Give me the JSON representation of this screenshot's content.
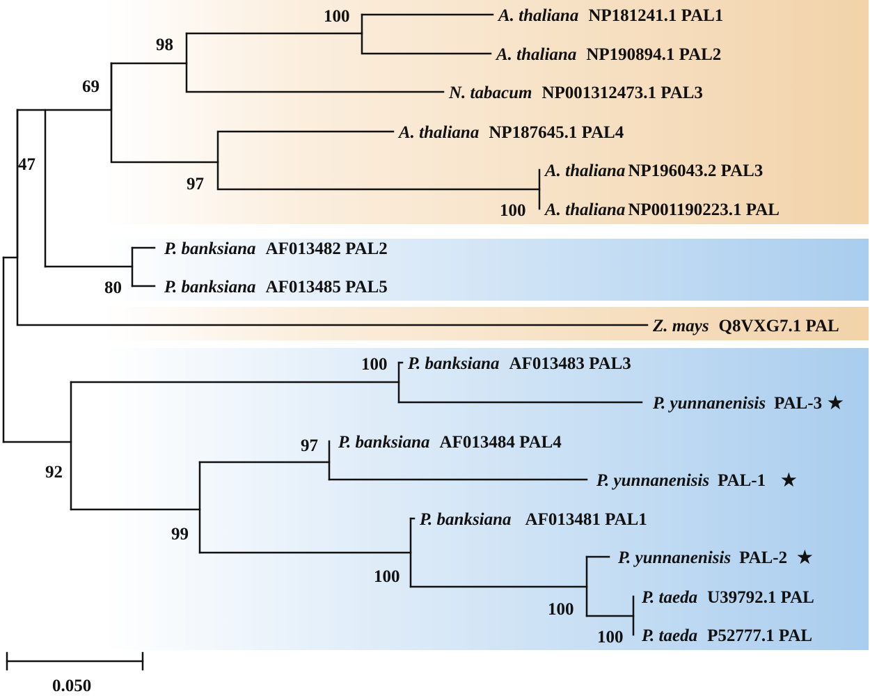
{
  "colors": {
    "orange_band": "#f2d3aa",
    "blue_band": "#a9cdee",
    "branch": "#111111"
  },
  "tips": [
    {
      "id": "t1",
      "species": "A. thaliana",
      "label": "NP181241.1  PAL1"
    },
    {
      "id": "t2",
      "species": "A. thaliana",
      "label": "NP190894.1  PAL2"
    },
    {
      "id": "t3",
      "species": "N. tabacum",
      "label": "NP001312473.1  PAL3"
    },
    {
      "id": "t4",
      "species": "A. thaliana",
      "label": "NP187645.1  PAL4"
    },
    {
      "id": "t5",
      "species": "A. thaliana",
      "label": "NP196043.2  PAL3"
    },
    {
      "id": "t6",
      "species": "A. thaliana",
      "label": "NP001190223.1  PAL"
    },
    {
      "id": "t7",
      "species": "P. banksiana",
      "label": "AF013482  PAL2"
    },
    {
      "id": "t8",
      "species": "P. banksiana",
      "label": "AF013485  PAL5"
    },
    {
      "id": "t9",
      "species": "Z. mays",
      "label": "Q8VXG7.1  PAL"
    },
    {
      "id": "t10",
      "species": "P. banksiana",
      "label": "AF013483  PAL3"
    },
    {
      "id": "t11",
      "species": "P. yunnanenisis",
      "label": "PAL-3",
      "star": "★"
    },
    {
      "id": "t12",
      "species": "P. banksiana",
      "label": "AF013484  PAL4"
    },
    {
      "id": "t13",
      "species": "P. yunnanenisis",
      "label": "PAL-1",
      "star": "★"
    },
    {
      "id": "t14",
      "species": "P. banksiana",
      "label": "AF013481 PAL1"
    },
    {
      "id": "t15",
      "species": "P. yunnanenisis",
      "label": "PAL-2",
      "star": "★"
    },
    {
      "id": "t16",
      "species": "P. taeda",
      "label": "U39792.1  PAL"
    },
    {
      "id": "t17",
      "species": "P. taeda",
      "label": "P52777.1 PAL"
    }
  ],
  "bootstrap": {
    "b100a": "100",
    "b98": "98",
    "b69": "69",
    "b47": "47",
    "b97a": "97",
    "b100b": "100",
    "b80": "80",
    "b100c": "100",
    "b97b": "97",
    "b92": "92",
    "b99": "99",
    "b100d": "100",
    "b100e": "100",
    "b100f": "100"
  },
  "scale_bar": {
    "label": "0.050"
  }
}
